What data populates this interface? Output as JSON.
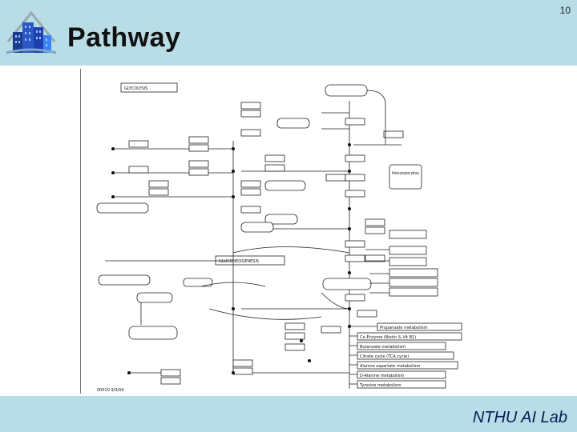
{
  "slide": {
    "title": "Pathway",
    "number": "10",
    "footer": "NTHU AI Lab"
  },
  "logo": {
    "icon": "building-logo-icon",
    "colors": [
      "#1e3a8a",
      "#3b82f6",
      "#93c5fd"
    ]
  },
  "diagram": {
    "section_labels": [
      "GLYCOLYSIS",
      "GLUCONEOGENESIS"
    ],
    "side_boxes": [
      "Pentose phosphate pathway"
    ],
    "pathway_boxes": [
      "Propanoate metabolism",
      "Co-Enzyme (Biotin & Vit B1)",
      "Butanoate metabolism",
      "Citrate cycle (TCA cycle)",
      "Alanine aspartate metabolism",
      "D-Alanine metabolism",
      "Tyrosine metabolism"
    ],
    "code_label": "00010 9/3/04"
  },
  "colors": {
    "header": "#b8dde6",
    "footer_text": "#0a1a55"
  }
}
